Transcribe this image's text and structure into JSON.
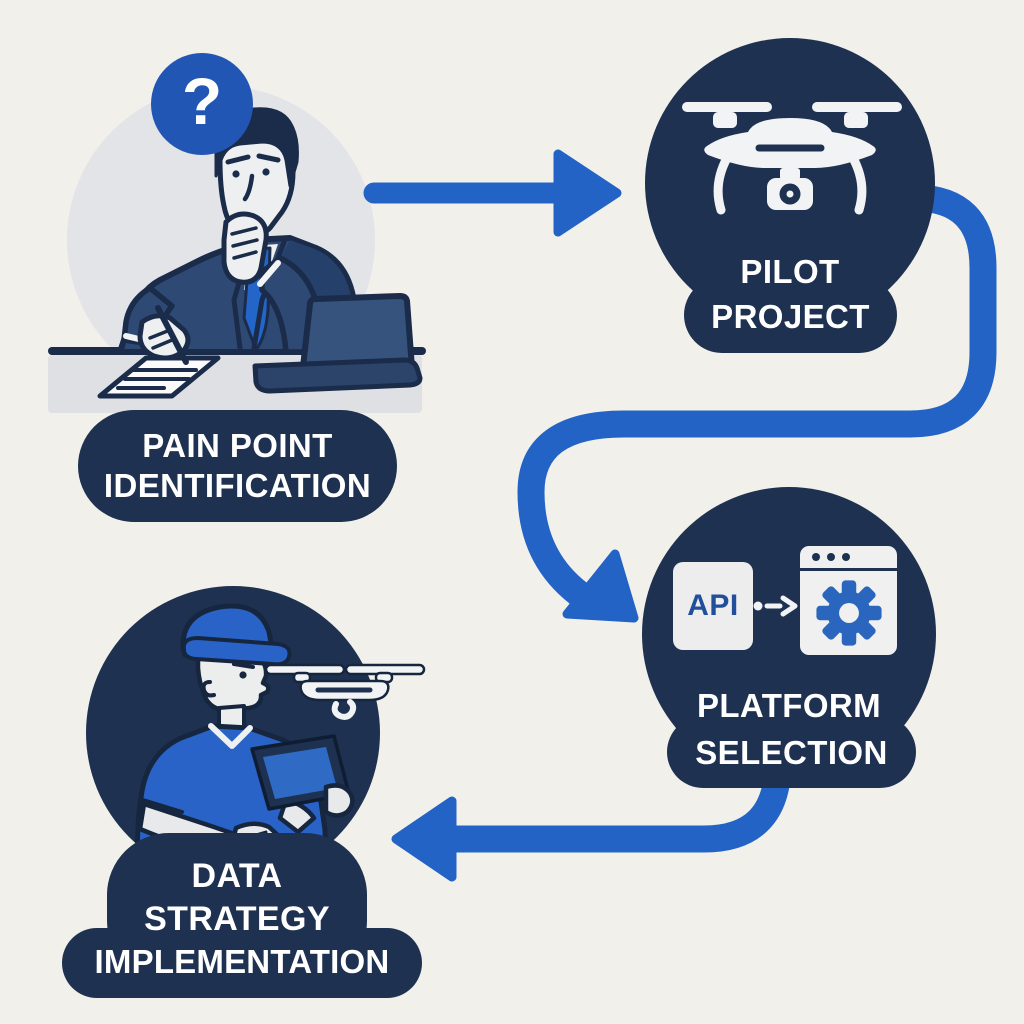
{
  "colors": {
    "background": "#f2f0ea",
    "navy_shape": "#1e3150",
    "accent_blue_arrow": "#2263c5",
    "question_bubble_blue": "#2256b4",
    "label_text": "#ffffff",
    "api_text_blue": "#224f9c",
    "gear_blue": "#2a66bd",
    "vignette_gray": "#e3e4e7"
  },
  "steps": {
    "pain_point": {
      "line1": "PAIN POINT",
      "line2": "IDENTIFICATION",
      "thought_symbol": "?"
    },
    "pilot": {
      "line1": "PILOT",
      "line2": "PROJECT"
    },
    "platform": {
      "line1": "PLATFORM",
      "line2": "SELECTION",
      "api_label": "API"
    },
    "data_strategy": {
      "line1": "DATA",
      "line2": "STRATEGY",
      "line3": "IMPLEMENTATION"
    }
  },
  "flow_order": [
    "pain_point",
    "pilot",
    "platform",
    "data_strategy"
  ],
  "icons": [
    "question-mark-icon",
    "thinking-person-icon",
    "laptop-icon",
    "document-pen-icon",
    "drone-icon",
    "api-card-icon",
    "browser-gear-icon",
    "dotted-arrow-icon",
    "drone-operator-icon",
    "tablet-icon",
    "small-drone-icon",
    "arrow-right-icon",
    "arrow-s-curve-icon",
    "arrow-left-icon"
  ]
}
